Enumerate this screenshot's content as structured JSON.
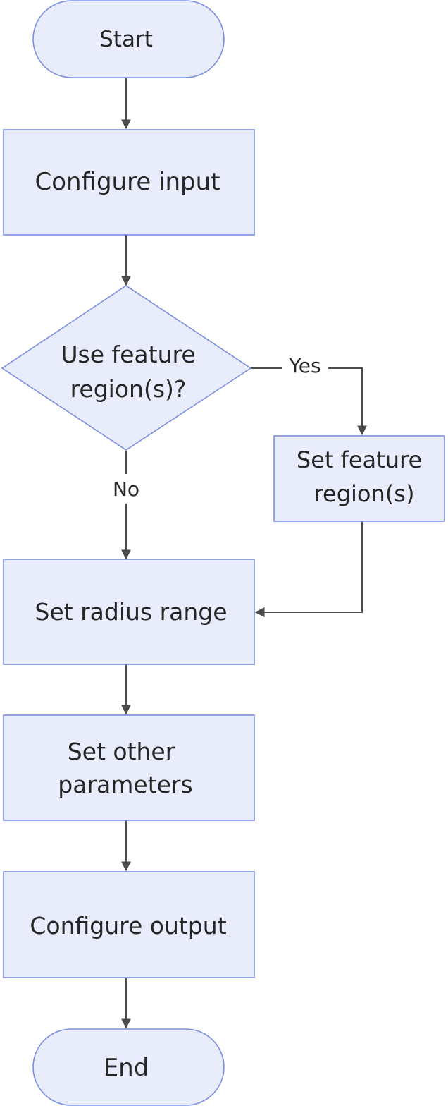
{
  "colors": {
    "node_fill": "#e8ecfb",
    "node_stroke": "#7b8ee0",
    "edge": "#4b4b4b",
    "text": "#262626"
  },
  "nodes": {
    "start": {
      "label": "Start"
    },
    "configure_input": {
      "label": "Configure input"
    },
    "decision": {
      "line1": "Use feature",
      "line2": "region(s)?"
    },
    "set_feature_regions": {
      "line1": "Set feature",
      "line2": "region(s)"
    },
    "set_radius_range": {
      "label": "Set radius range"
    },
    "set_other_parameters": {
      "line1": "Set other",
      "line2": "parameters"
    },
    "configure_output": {
      "label": "Configure output"
    },
    "end": {
      "label": "End"
    }
  },
  "edges": {
    "yes_label": "Yes",
    "no_label": "No"
  }
}
